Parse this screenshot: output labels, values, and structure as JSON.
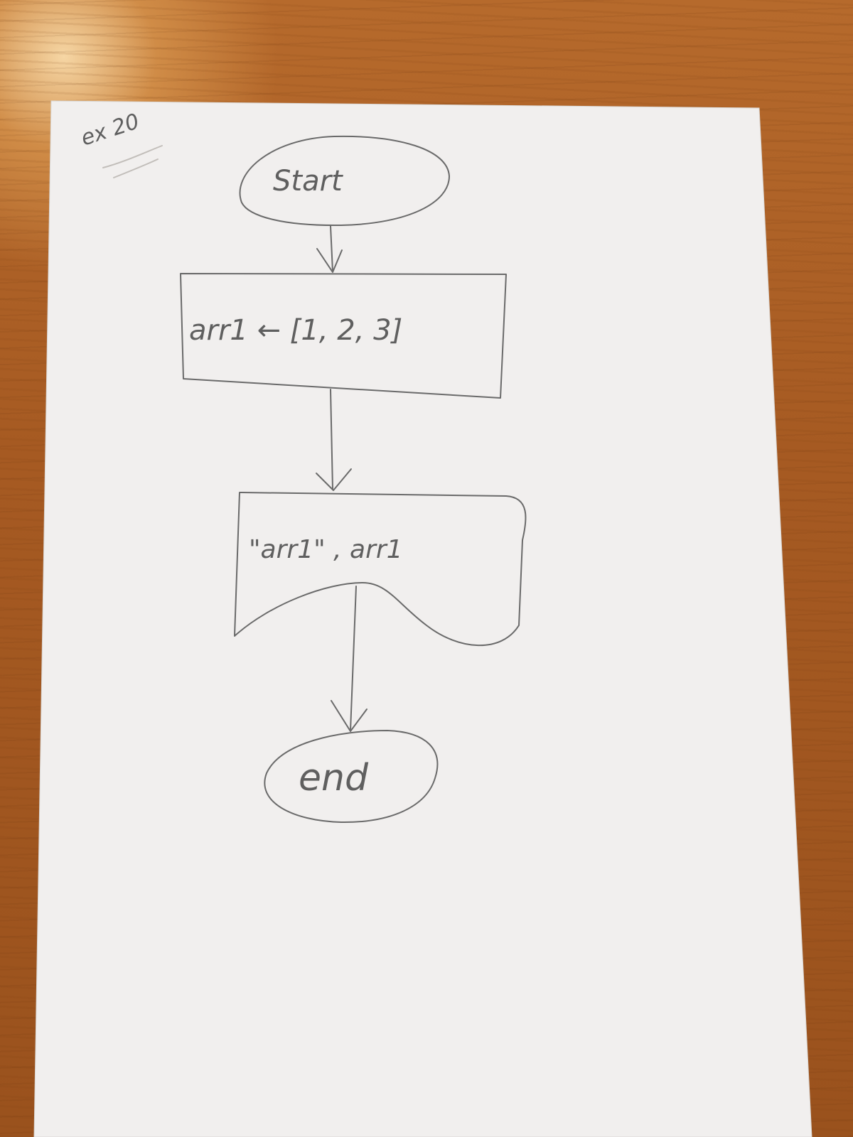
{
  "corner_note": "ex 20",
  "nodes": {
    "start": "Start",
    "assign": "arr1 ← [1, 2, 3]",
    "output": "\"arr1\" , arr1",
    "end": "end"
  }
}
